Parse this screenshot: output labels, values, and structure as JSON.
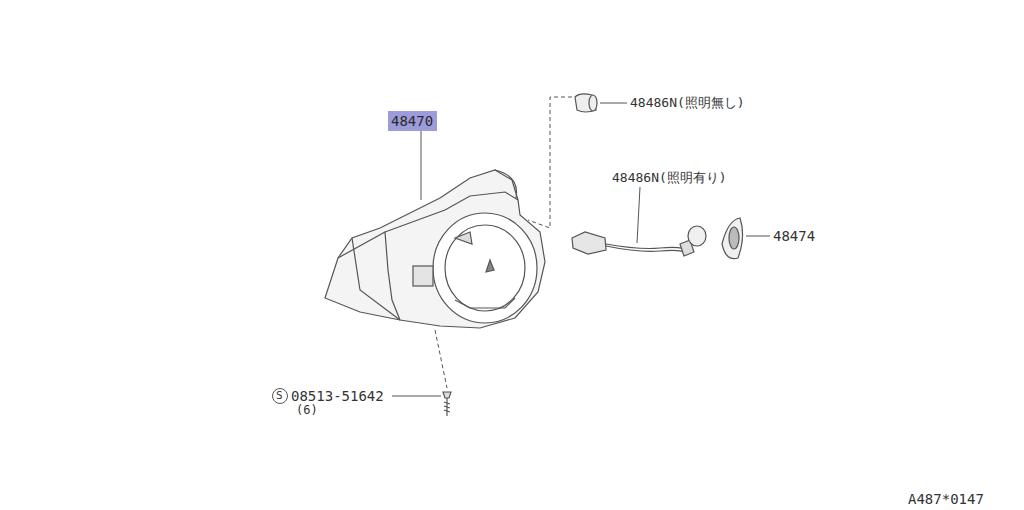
{
  "diagram": {
    "nodes": [
      {
        "text": [
          "48470"
        ]
      }
    ],
    "labels": [
      "48486N(照明無し)",
      "48486N(照明有り)",
      "48474",
      "S",
      "08513-51642",
      "(6)",
      "A487*0147"
    ]
  }
}
